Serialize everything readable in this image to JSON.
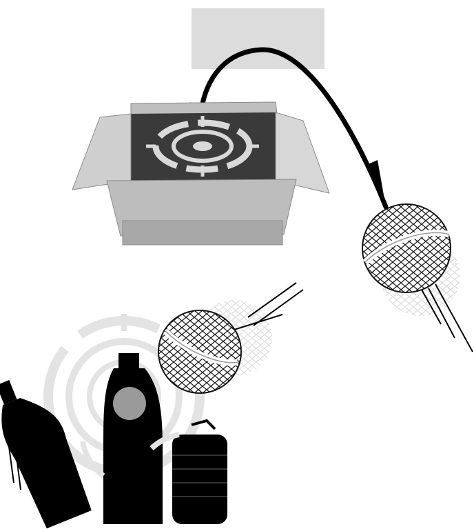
{
  "scene": {
    "colors": {
      "background": "#ffffff",
      "label_card": "#dcdcdc",
      "box_front": "#bdbdbd",
      "box_inside": "#3a3a3a",
      "target_light": "#d9d9d9",
      "objects": "#000000"
    },
    "elements": {
      "label_card": "blank-card",
      "box": "open-cardboard-box",
      "box_target": "target-icon",
      "trajectory": "curved-arrow",
      "ball_upper": "mesh-ball",
      "ball_lower": "mesh-ball",
      "bottles": [
        "tall-bottle",
        "round-bottle"
      ],
      "can": "tin-can",
      "lower_target": "target-icon"
    }
  }
}
